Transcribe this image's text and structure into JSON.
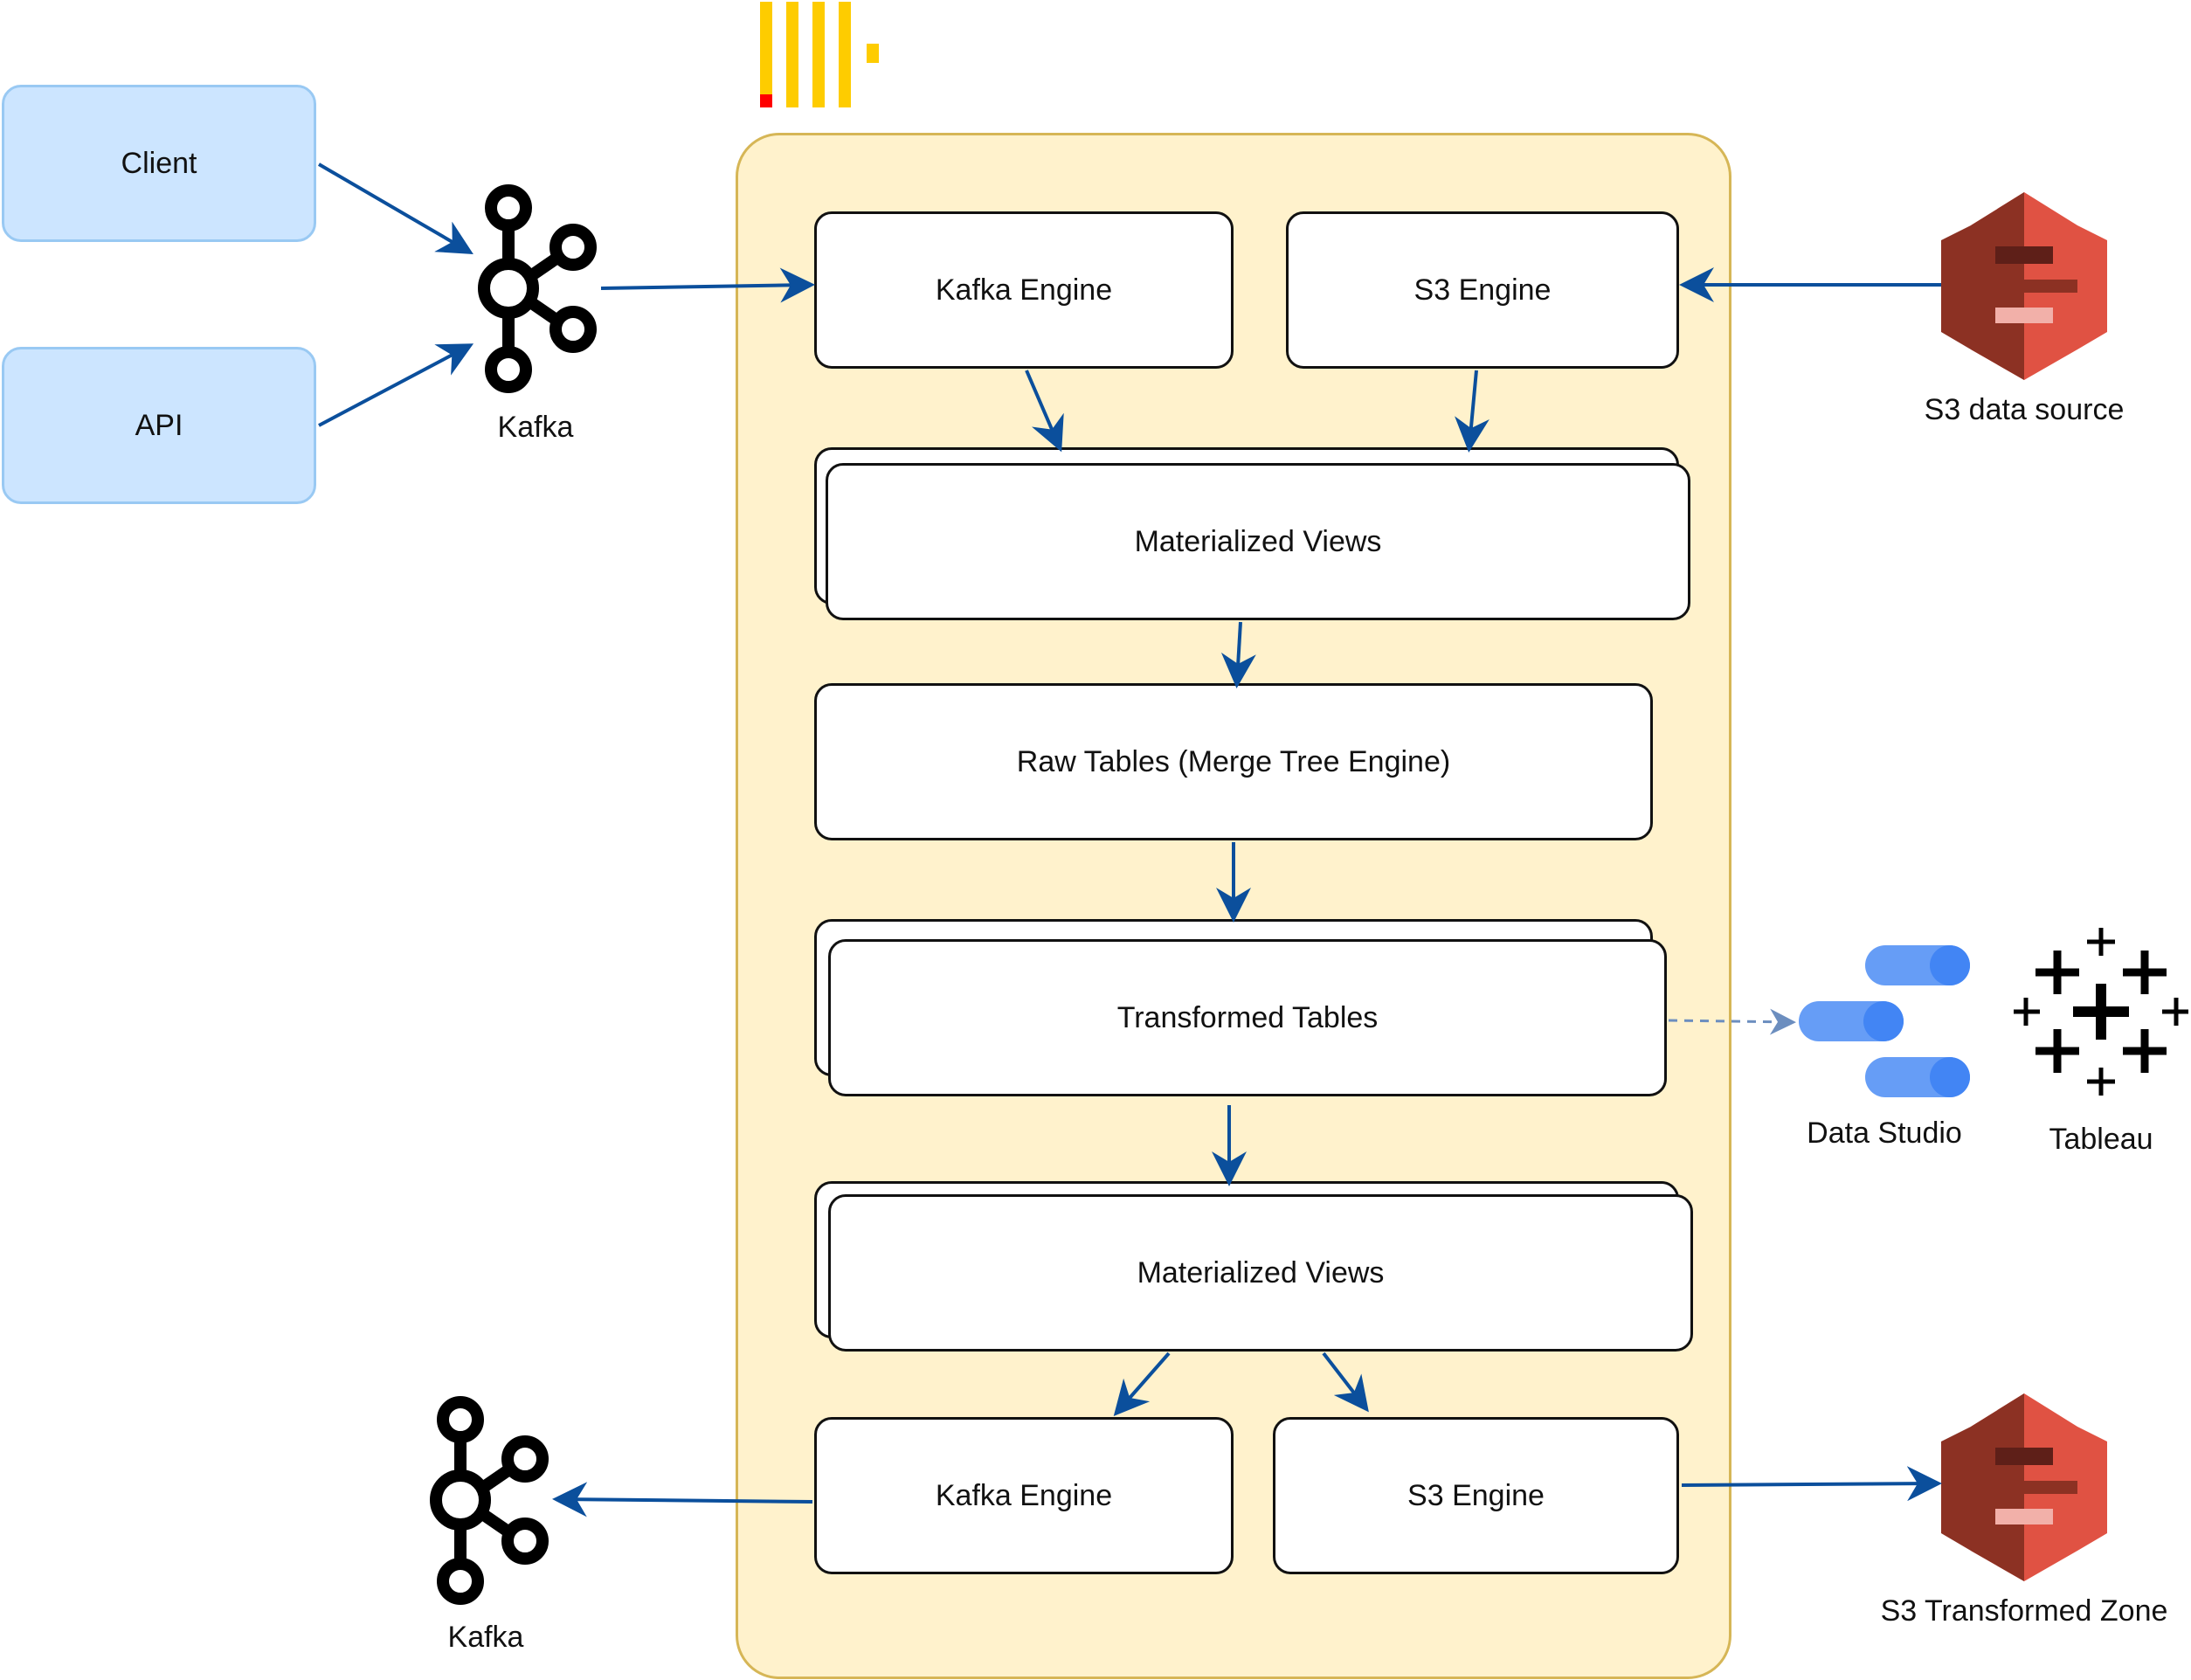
{
  "sources": {
    "client": "Client",
    "api": "API"
  },
  "kafka_in": {
    "label": "Kafka",
    "icon": "kafka-icon"
  },
  "kafka_out": {
    "label": "Kafka",
    "icon": "kafka-icon"
  },
  "clickhouse": {
    "icon": "clickhouse-logo-icon"
  },
  "pipeline": {
    "kafka_engine_in": "Kafka Engine",
    "s3_engine_in": "S3 Engine",
    "materialized_views_1": "Materialized Views",
    "raw_tables": "Raw Tables (Merge Tree Engine)",
    "transformed_tables": "Transformed Tables",
    "materialized_views_2": "Materialized Views",
    "kafka_engine_out": "Kafka Engine",
    "s3_engine_out": "S3 Engine"
  },
  "s3_source": {
    "label": "S3 data source",
    "icon": "aws-s3-icon"
  },
  "s3_target": {
    "label": "S3 Transformed Zone",
    "icon": "aws-s3-icon"
  },
  "bi": {
    "data_studio": {
      "label": "Data Studio",
      "icon": "data-studio-icon"
    },
    "tableau": {
      "label": "Tableau",
      "icon": "tableau-icon"
    }
  },
  "colors": {
    "arrow": "#0b4f9c",
    "container_fill": "#fff2cc",
    "container_border": "#d6b656",
    "source_fill": "#cce5ff",
    "s3_red": "#e05243",
    "clickhouse_yellow": "#fecc00",
    "clickhouse_red": "#ff0000",
    "data_studio_blue": "#4285f4"
  }
}
